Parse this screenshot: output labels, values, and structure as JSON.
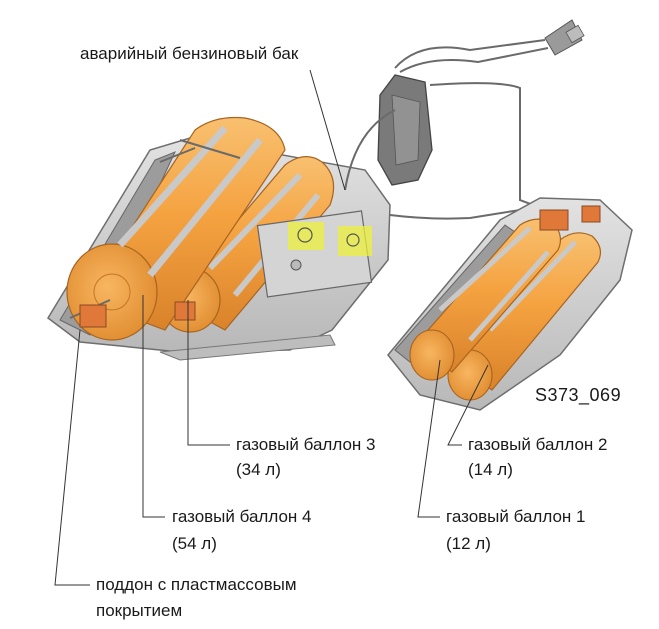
{
  "figure_code": "S373_069",
  "labels": {
    "emergency_tank": "аварийный бензиновый бак",
    "cyl3_name": "газовый баллон 3",
    "cyl3_vol": "(34 л)",
    "cyl4_name": "газовый баллон 4",
    "cyl4_vol": "(54 л)",
    "cyl2_name": "газовый баллон 2",
    "cyl2_vol": "(14 л)",
    "cyl1_name": "газовый баллон 1",
    "cyl1_vol": "(12 л)",
    "tray_line1": "поддон с пластмассовым",
    "tray_line2": "покрытием"
  },
  "colors": {
    "cylinder": "#f5a341",
    "cylinder_dark": "#d9822a",
    "tray": "#cfcfcf",
    "tray_dark": "#8a8a8a",
    "valve": "#e0783a",
    "highlight": "#eef03a",
    "leader": "#333333"
  }
}
